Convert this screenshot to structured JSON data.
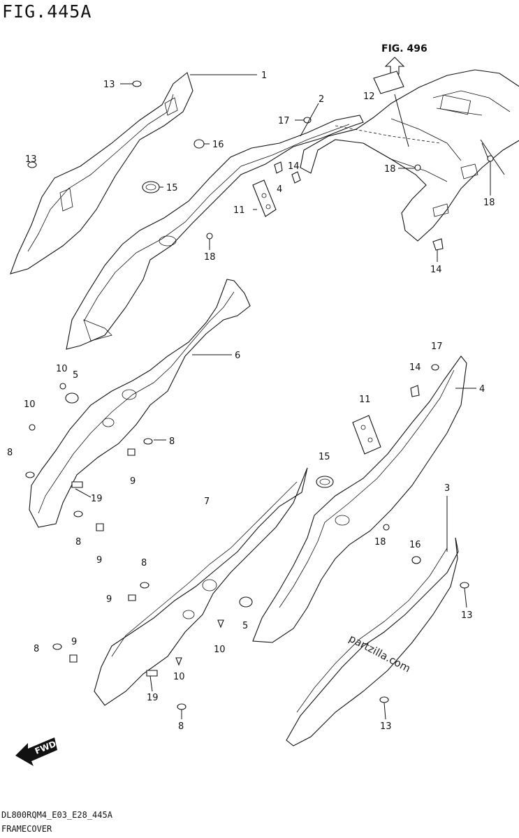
{
  "figure": {
    "title": "FIG.445A",
    "reference": "FIG. 496",
    "code": "DL800RQM4_E03_E28_445A",
    "name": "FRAMECOVER",
    "watermark": "partzilla.com",
    "fwd_label": "FWD"
  },
  "callouts": [
    {
      "id": "c1",
      "text": "1"
    },
    {
      "id": "c2",
      "text": "2"
    },
    {
      "id": "c12",
      "text": "12"
    },
    {
      "id": "c13a",
      "text": "13"
    },
    {
      "id": "c13b",
      "text": "13"
    },
    {
      "id": "c17a",
      "text": "17"
    },
    {
      "id": "c16a",
      "text": "16"
    },
    {
      "id": "c15a",
      "text": "15"
    },
    {
      "id": "c14a",
      "text": "14"
    },
    {
      "id": "c4a",
      "text": "4"
    },
    {
      "id": "c11a",
      "text": "11"
    },
    {
      "id": "c18a",
      "text": "18"
    },
    {
      "id": "c18b",
      "text": "18"
    },
    {
      "id": "c18c",
      "text": "18"
    },
    {
      "id": "c14b",
      "text": "14"
    },
    {
      "id": "c6",
      "text": "6"
    },
    {
      "id": "c10a",
      "text": "10"
    },
    {
      "id": "c5a",
      "text": "5"
    },
    {
      "id": "c10b",
      "text": "10"
    },
    {
      "id": "c8a",
      "text": "8"
    },
    {
      "id": "c8b",
      "text": "8"
    },
    {
      "id": "c9a",
      "text": "9"
    },
    {
      "id": "c19a",
      "text": "19"
    },
    {
      "id": "c8c",
      "text": "8"
    },
    {
      "id": "c9b",
      "text": "9"
    },
    {
      "id": "c17b",
      "text": "17"
    },
    {
      "id": "c14c",
      "text": "14"
    },
    {
      "id": "c4b",
      "text": "4"
    },
    {
      "id": "c11b",
      "text": "11"
    },
    {
      "id": "c15b",
      "text": "15"
    },
    {
      "id": "c7",
      "text": "7"
    },
    {
      "id": "c3",
      "text": "3"
    },
    {
      "id": "c18d",
      "text": "18"
    },
    {
      "id": "c16b",
      "text": "16"
    },
    {
      "id": "c13c",
      "text": "13"
    },
    {
      "id": "c8d",
      "text": "8"
    },
    {
      "id": "c9c",
      "text": "9"
    },
    {
      "id": "c5b",
      "text": "5"
    },
    {
      "id": "c8e",
      "text": "8"
    },
    {
      "id": "c9d",
      "text": "9"
    },
    {
      "id": "c10c",
      "text": "10"
    },
    {
      "id": "c10d",
      "text": "10"
    },
    {
      "id": "c19b",
      "text": "19"
    },
    {
      "id": "c8f",
      "text": "8"
    },
    {
      "id": "c13d",
      "text": "13"
    }
  ]
}
